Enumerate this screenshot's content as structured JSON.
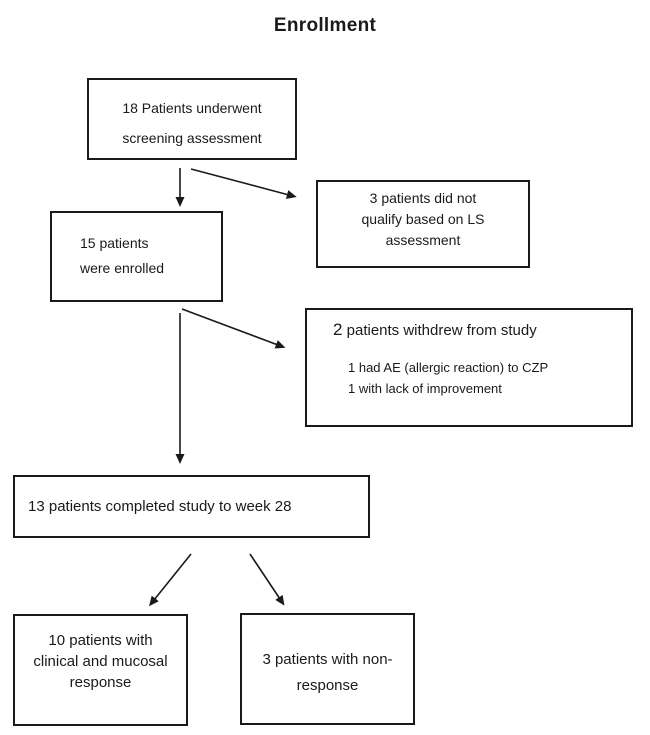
{
  "title": "Enrollment",
  "flowchart": {
    "screening": {
      "lines": [
        "18 Patients underwent",
        "screening assessment"
      ]
    },
    "enrolled": {
      "lines": [
        "15 patients",
        "were enrolled"
      ]
    },
    "not_qualified": {
      "lines": [
        "3 patients did not",
        "qualify based on LS",
        "assessment"
      ]
    },
    "withdrew": {
      "count": "2",
      "heading_rest": " patients withdrew from study",
      "details": [
        "1 had AE (allergic reaction) to CZP",
        "1 with lack of improvement"
      ]
    },
    "completed": {
      "lines": [
        "13 patients completed study to week 28"
      ]
    },
    "responders": {
      "lines": [
        "10 patients with",
        "clinical and mucosal",
        "response"
      ]
    },
    "non_responders": {
      "lines": [
        "3 patients with non-",
        "response"
      ]
    }
  },
  "colors": {
    "background": "#ffffff",
    "line": "#1a1a1a",
    "text": "#1a1a1a"
  }
}
